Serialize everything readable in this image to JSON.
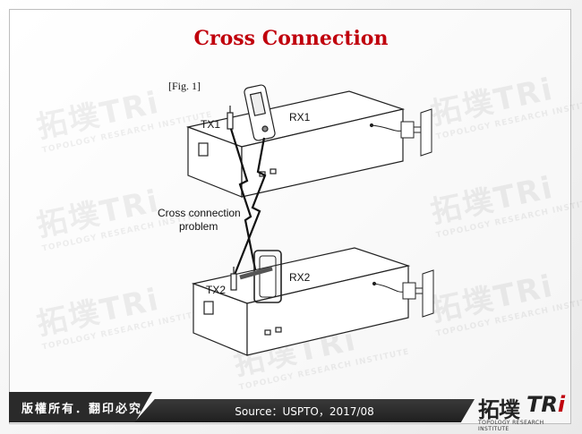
{
  "slide": {
    "title": "Cross Connection",
    "watermark_cn": "拓墣TRi",
    "watermark_en": "TOPOLOGY RESEARCH INSTITUTE"
  },
  "figure": {
    "fig_label": "[Fig. 1]",
    "labels": {
      "tx1": "TX1",
      "rx1": "RX1",
      "tx2": "TX2",
      "rx2": "RX2",
      "problem_line1": "Cross connection",
      "problem_line2": "problem"
    }
  },
  "footer": {
    "copyright": "版權所有．翻印必究",
    "source": "Source：USPTO，2017/08",
    "logo_cn": "拓墣",
    "logo_tri": "TR",
    "logo_i": "i",
    "logo_en": "TOPOLOGY RESEARCH INSTITUTE"
  },
  "colors": {
    "title": "#c0000c",
    "footer_dark": "#2a2a2a"
  }
}
